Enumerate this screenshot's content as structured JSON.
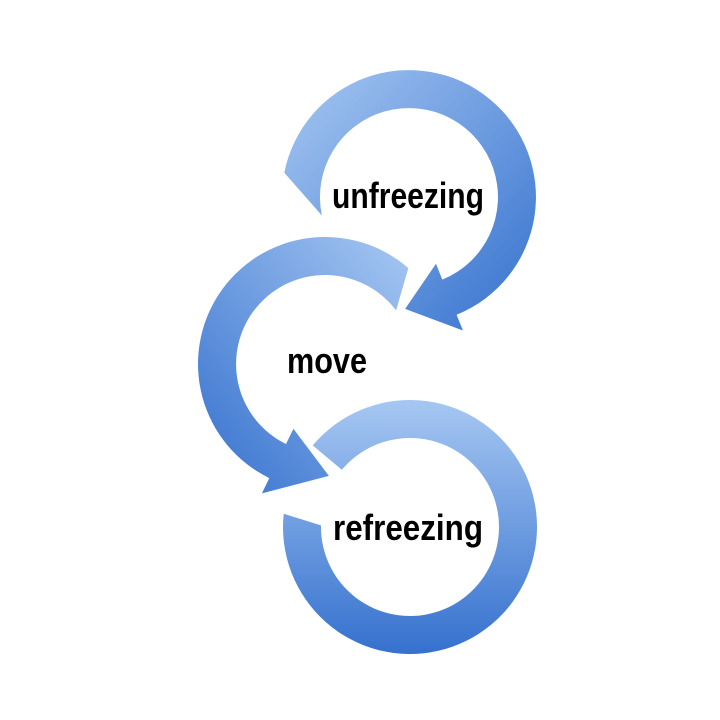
{
  "diagram": {
    "type": "cycle",
    "steps": [
      {
        "label": "unfreezing"
      },
      {
        "label": "move"
      },
      {
        "label": "refreezing"
      }
    ]
  },
  "colors": {
    "arrow_gradient_light": "#a6c7f2",
    "arrow_gradient_dark": "#3571ce",
    "label_text": "#000000",
    "background": "#ffffff"
  }
}
